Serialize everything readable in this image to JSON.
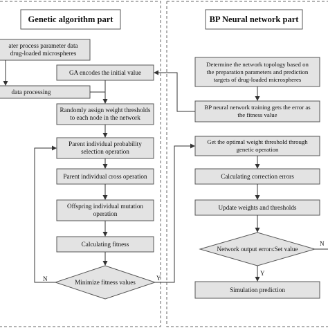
{
  "colors": {
    "box_fill": "#e3e3e3",
    "box_stroke": "#555555",
    "line": "#333333",
    "divider": "#666666"
  },
  "genetic": {
    "title": "Genetic algorithm part",
    "steps": {
      "input": "ater process parameter data\ndrug-loaded microspheres",
      "data_processing": "data processing",
      "encode": "GA encodes the initial value",
      "assign": "Randomly assign weight thresholds\nto each node in the network",
      "selection": "Parent individual probability\nselection operation",
      "cross": "Parent individual cross operation",
      "mutation": "Offspring individual mutation\noperation",
      "fitness": "Calculating fitness",
      "minimize": "Minimize fitness values"
    },
    "no_label": "N",
    "yes_label": "Y"
  },
  "bp": {
    "title": "BP Neural network part",
    "steps": {
      "topology": "Determine the network topology based on\nthe preparation parameters and prediction\ntargets of drug-loaded microspheres",
      "training": "BP neural network training gets the error as\nthe fitness value",
      "optimal": "Get the optimal weight threshold through\ngenetic operation",
      "correction": "Calculating correction errors",
      "update": "Update weights and thresholds",
      "decision": "Network output error≤Set value",
      "prediction": "Simulation prediction"
    },
    "no_label": "N",
    "yes_label": "Y"
  }
}
